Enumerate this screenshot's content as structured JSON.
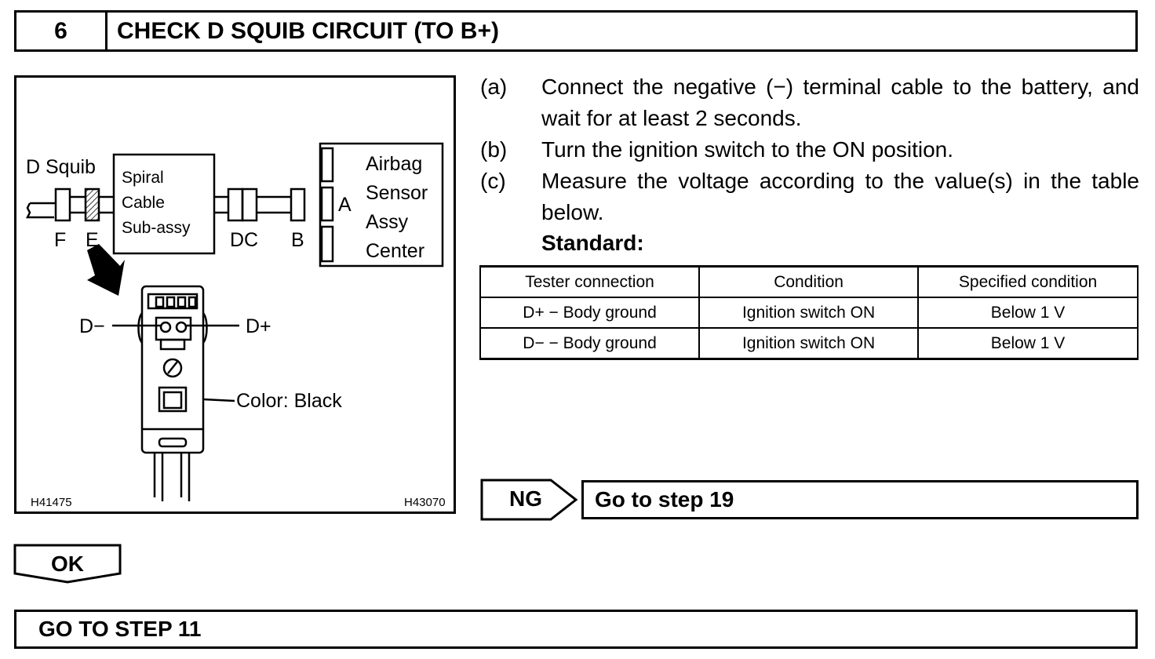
{
  "header": {
    "step_number": "6",
    "title": "CHECK D SQUIB CIRCUIT (TO B+)"
  },
  "figure": {
    "d_squib": "D Squib",
    "spiral_cable": [
      "Spiral",
      "Cable",
      "Sub-assy"
    ],
    "airbag_sensor": [
      "Airbag",
      "Sensor",
      "Assy",
      "Center"
    ],
    "connector_labels": {
      "f": "F",
      "e": "E",
      "dc": "DC",
      "b": "B",
      "a": "A"
    },
    "terminal_minus": "D−",
    "terminal_plus": "D+",
    "color_note": "Color: Black",
    "code_left": "H41475",
    "code_right": "H43070"
  },
  "instructions": [
    {
      "label": "(a)",
      "text": "Connect the negative (−) terminal cable to the battery, and wait for at least 2 seconds."
    },
    {
      "label": "(b)",
      "text": "Turn the ignition switch to the ON position."
    },
    {
      "label": "(c)",
      "text": "Measure the voltage according to the value(s) in the table below."
    }
  ],
  "standard_label": "Standard:",
  "table": {
    "headers": [
      "Tester connection",
      "Condition",
      "Specified condition"
    ],
    "rows": [
      [
        "D+ − Body ground",
        "Ignition switch ON",
        "Below 1 V"
      ],
      [
        "D− − Body ground",
        "Ignition switch ON",
        "Below 1 V"
      ]
    ]
  },
  "ng": {
    "label": "NG",
    "result": "Go to step 19"
  },
  "ok": {
    "label": "OK"
  },
  "footer": {
    "goto": "GO TO STEP 11"
  }
}
